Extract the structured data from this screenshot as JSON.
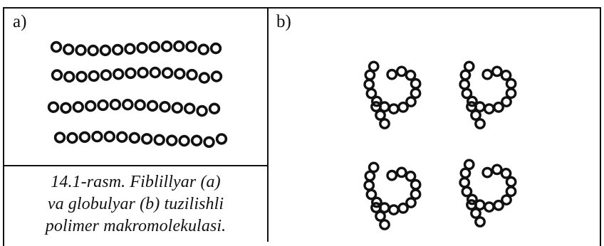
{
  "panel_a": {
    "label": "a)",
    "structure": "fibrillar",
    "chain_count": 4,
    "beads_per_chain": 14
  },
  "panel_b": {
    "label": "b)",
    "structure": "globular",
    "coil_count": 4
  },
  "caption": {
    "line1": "14.1-rasm. Fiblillyar (a)",
    "line2": "va globulyar (b) tuzilishli",
    "line3": "polimer makromolekulasi."
  },
  "colors": {
    "ink": "#111111",
    "background": "#ffffff"
  }
}
